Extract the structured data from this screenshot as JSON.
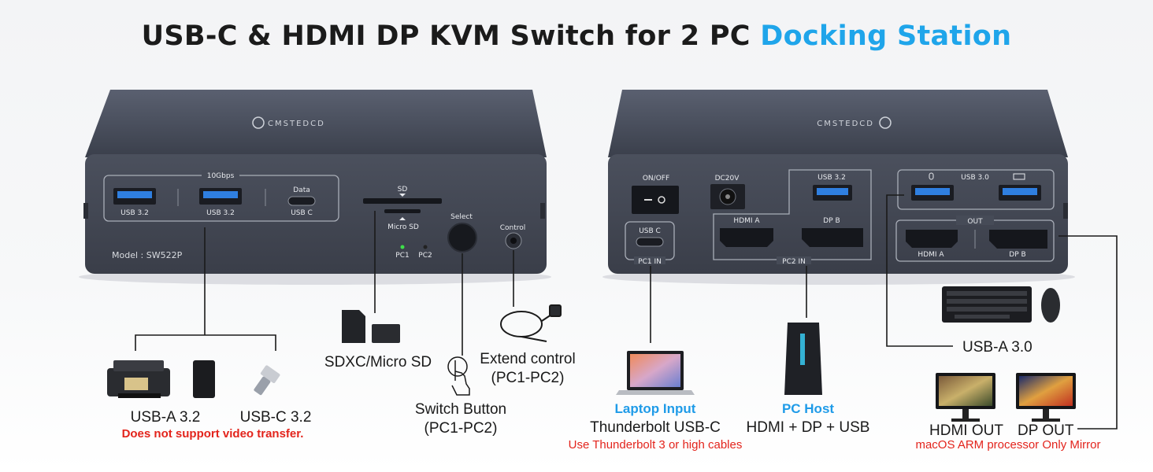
{
  "title": {
    "main": "USB-C & HDMI DP KVM Switch for 2 PC",
    "accent": "Docking Station"
  },
  "front_panel": {
    "brand": "CMSTEDCD",
    "bandwidth_label": "10Gbps",
    "port1_label": "USB 3.2",
    "port2_label": "USB 3.2",
    "data_label": "Data",
    "port3_label": "USB C",
    "sd_label": "SD",
    "microsd_label": "Micro SD",
    "select_label": "Select",
    "control_label": "Control",
    "pc1_label": "PC1",
    "pc2_label": "PC2",
    "model_label": "Model : SW522P"
  },
  "back_panel": {
    "brand": "CMSTEDCD",
    "onoff_label": "ON/OFF",
    "dc_label": "DC20V",
    "usb32_label": "USB 3.2",
    "usbc_label": "USB C",
    "pc1in_label": "PC1 IN",
    "hdmia_label": "HDMI A",
    "dpb_label": "DP B",
    "pc2in_label": "PC2 IN",
    "usb30_label": "USB 3.0",
    "out_label": "OUT",
    "out_hdmia_label": "HDMI A",
    "out_dpb_label": "DP B"
  },
  "callouts": {
    "usba32": "USB-A 3.2",
    "usbc32": "USB-C 3.2",
    "no_video": "Does not support video transfer.",
    "sd": "SDXC/Micro SD",
    "switch_line1": "Switch Button",
    "switch_line2": "(PC1-PC2)",
    "extend_line1": "Extend control",
    "extend_line2": "(PC1-PC2)",
    "laptop_title": "Laptop Input",
    "laptop_sub": "Thunderbolt USB-C",
    "laptop_note": "Use Thunderbolt 3 or high cables",
    "pc_title": "PC Host",
    "pc_sub": "HDMI + DP + USB",
    "usba30": "USB-A 3.0",
    "hdmi_out": "HDMI OUT",
    "dp_out": "DP OUT",
    "mac_note": "macOS ARM processor Only Mirror"
  },
  "colors": {
    "accent": "#1fa5ea",
    "warning": "#e3241c",
    "device_body": "#3d4250"
  }
}
